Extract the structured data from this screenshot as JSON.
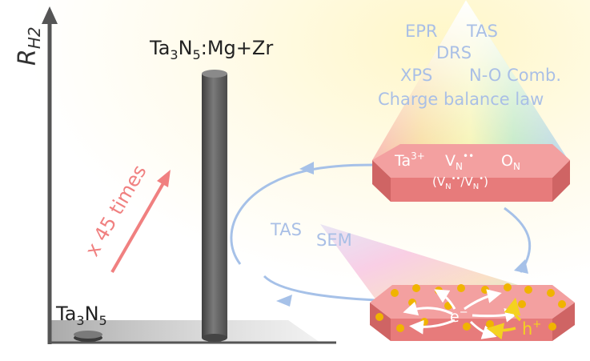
{
  "axis": {
    "ylabel_main": "R",
    "ylabel_sub": "H2"
  },
  "bars": {
    "left": {
      "base": "Ta",
      "sub1": "3",
      "mid": "N",
      "sub2": "5",
      "suffix": ""
    },
    "right": {
      "base": "Ta",
      "sub1": "3",
      "mid": "N",
      "sub2": "5",
      "suffix": ":Mg+Zr"
    }
  },
  "enhancement": {
    "label": "x 45 times"
  },
  "techniques": {
    "top": [
      "EPR",
      "TAS",
      "DRS",
      "XPS",
      "N-O Comb.",
      "Charge balance law"
    ],
    "bottom": [
      "TAS",
      "SEM"
    ]
  },
  "defects": {
    "ta_base": "Ta",
    "ta_sup": "3+",
    "vn_base": "V",
    "vn_sub": "N",
    "vn_sup": "••",
    "on_base": "O",
    "on_sub": "N",
    "ratio_open": "(",
    "ratio_v1": "V",
    "ratio_v1_sub": "N",
    "ratio_v1_sup": "••",
    "ratio_slash": "/",
    "ratio_v2": "V",
    "ratio_v2_sub": "N",
    "ratio_v2_sup": "•",
    "ratio_close": ")"
  },
  "carriers": {
    "electron": "e",
    "electron_sup": "−",
    "hole": "h",
    "hole_sup": "+"
  },
  "colors": {
    "axis": "#555555",
    "bar": "#5d5d5d",
    "arrow_pink": "#f08080",
    "technique_text": "#a9bfe6",
    "crystal_top": "#f3a0a0",
    "crystal_front": "#e77b7b",
    "crystal_side": "#cf6464",
    "cycle": "#a6c1e8",
    "hole": "#f4d21f",
    "particle": "#f0b400"
  }
}
